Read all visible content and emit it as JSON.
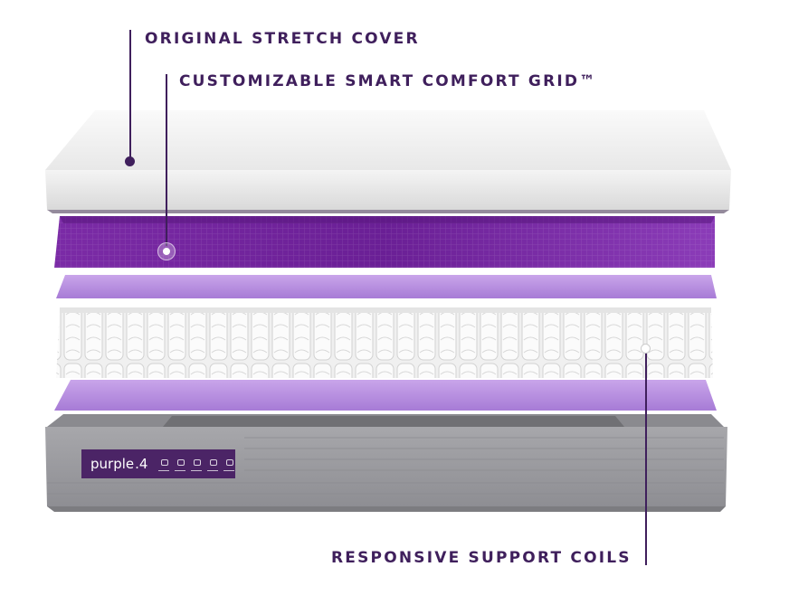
{
  "callouts": {
    "cover": "ORIGINAL STRETCH COVER",
    "grid": "CUSTOMIZABLE SMART COMFORT GRID™",
    "coils": "RESPONSIVE SUPPORT COILS"
  },
  "brand": {
    "name": "purple",
    "model": ".4"
  },
  "colors": {
    "accent": "#3f1f5c",
    "grid_purple": "#7a2aa8",
    "lavender": "#b48ce0",
    "base_gray": "#9a9a9e",
    "cover_white": "#f2f2f2"
  }
}
